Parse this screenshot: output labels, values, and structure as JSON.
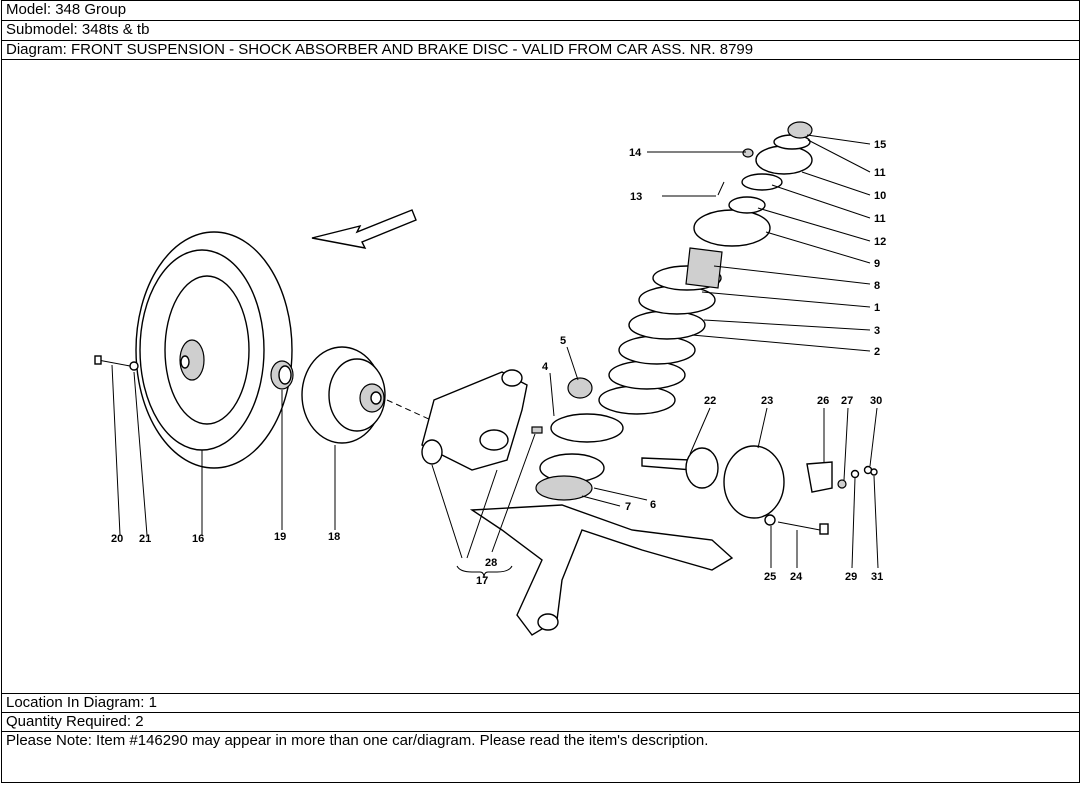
{
  "header": {
    "model": "Model: 348 Group",
    "submodel": "Submodel: 348ts & tb",
    "diagram": "Diagram: FRONT SUSPENSION - SHOCK ABSORBER AND BRAKE DISC - VALID FROM CAR ASS. NR. 8799"
  },
  "diagram": {
    "callouts": [
      "1",
      "2",
      "3",
      "4",
      "5",
      "6",
      "7",
      "8",
      "9",
      "10",
      "11",
      "11",
      "12",
      "13",
      "14",
      "15",
      "16",
      "17",
      "18",
      "19",
      "20",
      "21",
      "22",
      "23",
      "24",
      "25",
      "26",
      "27",
      "28",
      "29",
      "30",
      "31"
    ]
  },
  "footer": {
    "location": "Location In Diagram: 1",
    "quantity": "Quantity Required: 2",
    "note": "Please Note: Item #146290 may appear in more than one car/diagram. Please read the item's description."
  }
}
